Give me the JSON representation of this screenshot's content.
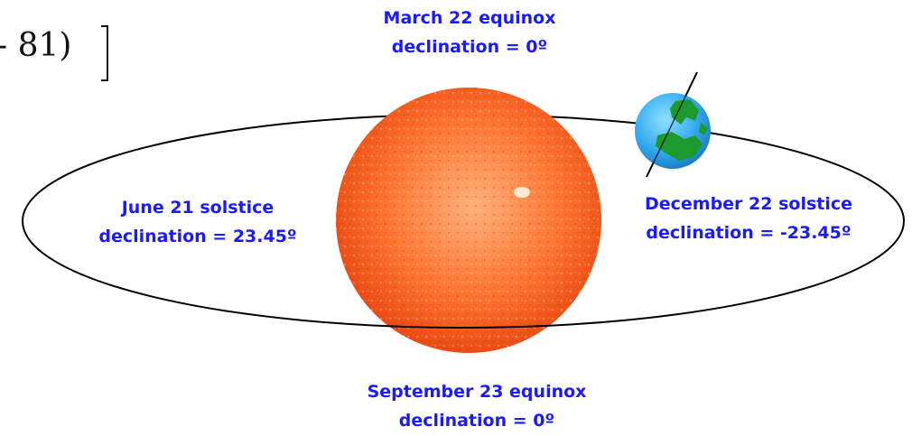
{
  "formula_fragment": "- 81)",
  "labels": {
    "march": {
      "line1": "March 22 equinox",
      "line2": "declination = 0º"
    },
    "june": {
      "line1": "June 21 solstice",
      "line2": "declination = 23.45º"
    },
    "december": {
      "line1": "December 22 solstice",
      "line2": "declination = -23.45º"
    },
    "september": {
      "line1": "September 23 equinox",
      "line2": "declination = 0º"
    }
  },
  "colors": {
    "label_text": "#1a1aff",
    "sun_core": "#ff7a2e",
    "sun_edge": "#e8400f",
    "earth_ocean": "#33aaee",
    "earth_land": "#1d9a2e",
    "orbit": "#000000"
  }
}
